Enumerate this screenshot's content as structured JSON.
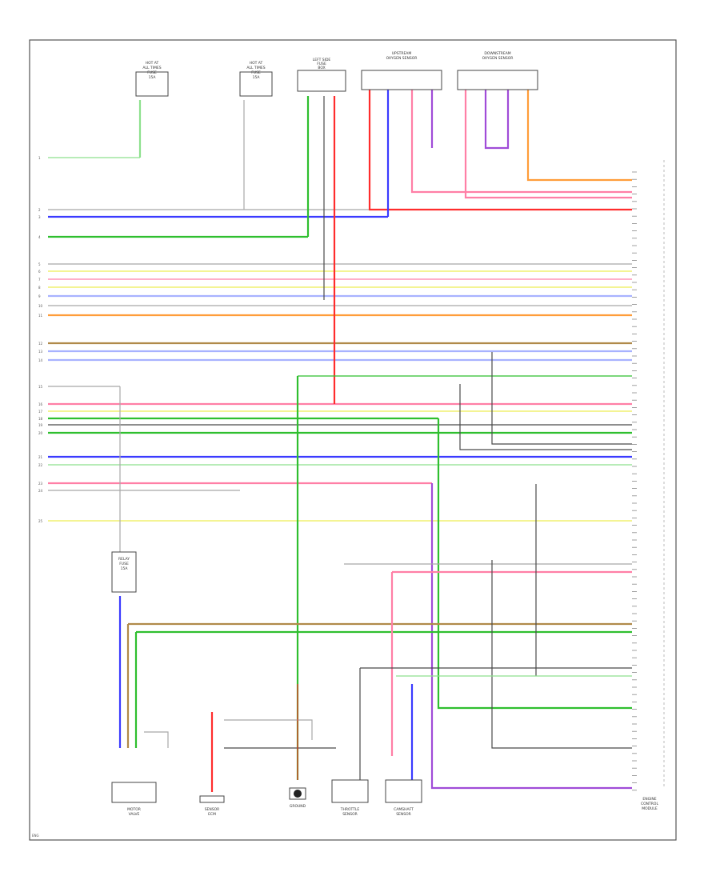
{
  "labels": {
    "fuse_box_1": [
      "HOT AT",
      "ALL TIMES",
      "FUSE",
      "15A"
    ],
    "fuse_box_2": [
      "HOT AT",
      "ALL TIMES",
      "FUSE",
      "15A"
    ],
    "fuse_box_3": [
      "LEFT SIDE",
      "FUSE",
      "BOX"
    ],
    "sensor_box_1": [
      "UPSTREAM",
      "OXYGEN SENSOR"
    ],
    "sensor_box_2": [
      "DOWNSTREAM",
      "OXYGEN SENSOR"
    ],
    "relay_box": [
      "RELAY",
      "FUSE",
      "15A"
    ],
    "bottom_components": [
      [
        "MOTOR",
        "VALVE"
      ],
      [
        "SENSOR",
        "ECM"
      ],
      [
        "GROUND"
      ],
      [
        "THROTTLE",
        "SENSOR"
      ],
      [
        "CAMSHAFT",
        "SENSOR"
      ]
    ],
    "ecm": [
      "ENGINE",
      "CONTROL",
      "MODULE"
    ],
    "page_ref": "ENG"
  },
  "colors": {
    "red": "#ff2d2d",
    "blue": "#3b3bff",
    "green": "#2fbf2f",
    "light_green": "#8de08d",
    "yellow": "#eeee55",
    "orange": "#ff9d3a",
    "pink": "#ff7fa6",
    "violet": "#a04cd8",
    "gray": "#a8a8a8",
    "dark": "#4a4a4a",
    "brown": "#b08a4a",
    "light_blue": "#a8b2ff"
  }
}
